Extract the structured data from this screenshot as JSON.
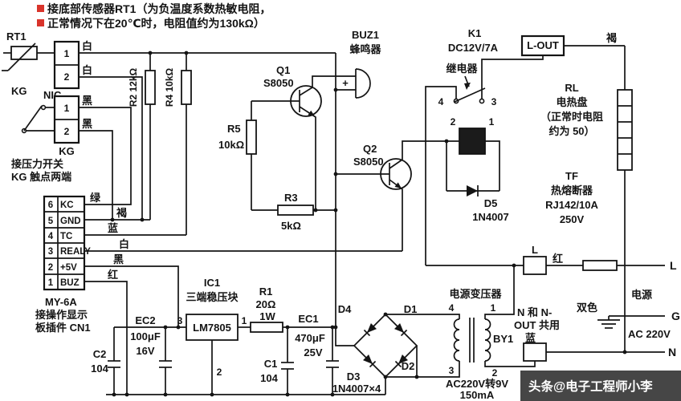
{
  "colors": {
    "accent_red": "#d9342b",
    "ink": "#141414"
  },
  "note": {
    "line1": "接底部传感器RT1（为负温度系数热敏电阻，",
    "line2": "正常情况下在20℃时，电阻值约为130kΩ）"
  },
  "rt1": {
    "label": "RT1"
  },
  "nic": {
    "pin1": "1",
    "pin2": "2",
    "label": "NIC",
    "wire1": "白",
    "wire2": "白"
  },
  "kg": {
    "switch_label": "KG",
    "pin1": "1",
    "pin2": "2",
    "conn_label": "KG",
    "wire1": "黑",
    "wire2": "黑",
    "note1": "接压力开关",
    "note2": "KG 触点两端"
  },
  "r2": {
    "label": "R2 12kΩ"
  },
  "r4": {
    "label": "R4 10kΩ"
  },
  "r5": {
    "name": "R5",
    "value": "10kΩ"
  },
  "r3": {
    "name": "R3",
    "value": "5kΩ"
  },
  "r1": {
    "name": "R1",
    "value": "20Ω",
    "power": "1W"
  },
  "q1": {
    "name": "Q1",
    "type": "S8050"
  },
  "q2": {
    "name": "Q2",
    "type": "S8050"
  },
  "buzzer": {
    "name": "BUZ1",
    "desc": "蜂鸣器",
    "plus": "+"
  },
  "relay": {
    "name": "K1",
    "rating": "DC12V/7A",
    "desc": "继电器",
    "pin4": "4",
    "pin3": "3",
    "pin2": "2",
    "pin1": "1"
  },
  "d5": {
    "name": "D5",
    "type": "1N4007"
  },
  "lout": {
    "label": "L-OUT",
    "wire": "褐"
  },
  "heater": {
    "name": "RL",
    "line1": "电热盘",
    "line2": "（正常时电阻",
    "line3": "约为 50）"
  },
  "tf": {
    "name": "TF",
    "line1": "热熔断器",
    "line2": "RJ142/10A",
    "line3": "250V"
  },
  "cn1": {
    "pins": [
      "6",
      "5",
      "4",
      "3",
      "2",
      "1"
    ],
    "labels": [
      "KC",
      "GND",
      "TC",
      "REALY",
      "+5V",
      "BUZ"
    ],
    "wire_colors": [
      "绿",
      "褐",
      "蓝",
      "白",
      "黑",
      "红"
    ],
    "footer1": "MY-6A",
    "footer2": "接操作显示",
    "footer3": "板插件 CN1"
  },
  "ic1": {
    "name": "IC1",
    "desc": "三端稳压块",
    "chip": "LM7805",
    "pin3": "3",
    "pin1": "1",
    "pin2": "2"
  },
  "c2": {
    "name": "C2",
    "value": "104"
  },
  "ec2": {
    "name": "EC2",
    "value": "100μF",
    "volt": "16V"
  },
  "c1": {
    "name": "C1",
    "value": "104"
  },
  "ec1": {
    "name": "EC1",
    "value": "470μF",
    "volt": "25V"
  },
  "bridge": {
    "d4": "D4",
    "d1": "D1",
    "d3": "D3",
    "d2": "D2",
    "type": "1N4007×4"
  },
  "transformer": {
    "title": "电源变压器",
    "name": "BY1",
    "pin4": "4",
    "pin1": "1",
    "pin3": "3",
    "pin2": "2",
    "spec": "AC220V转9V",
    "current": "150mA"
  },
  "mains": {
    "l_term": "L",
    "l_wire": "红",
    "n_note1": "N 和 N-",
    "n_note2": "OUT 共用",
    "n_wire": "蓝",
    "dual": "双色",
    "power": "电源",
    "ac": "AC 220V",
    "l": "L",
    "g": "G",
    "n": "N"
  },
  "watermark": {
    "text": "头条@电子工程师小李"
  }
}
